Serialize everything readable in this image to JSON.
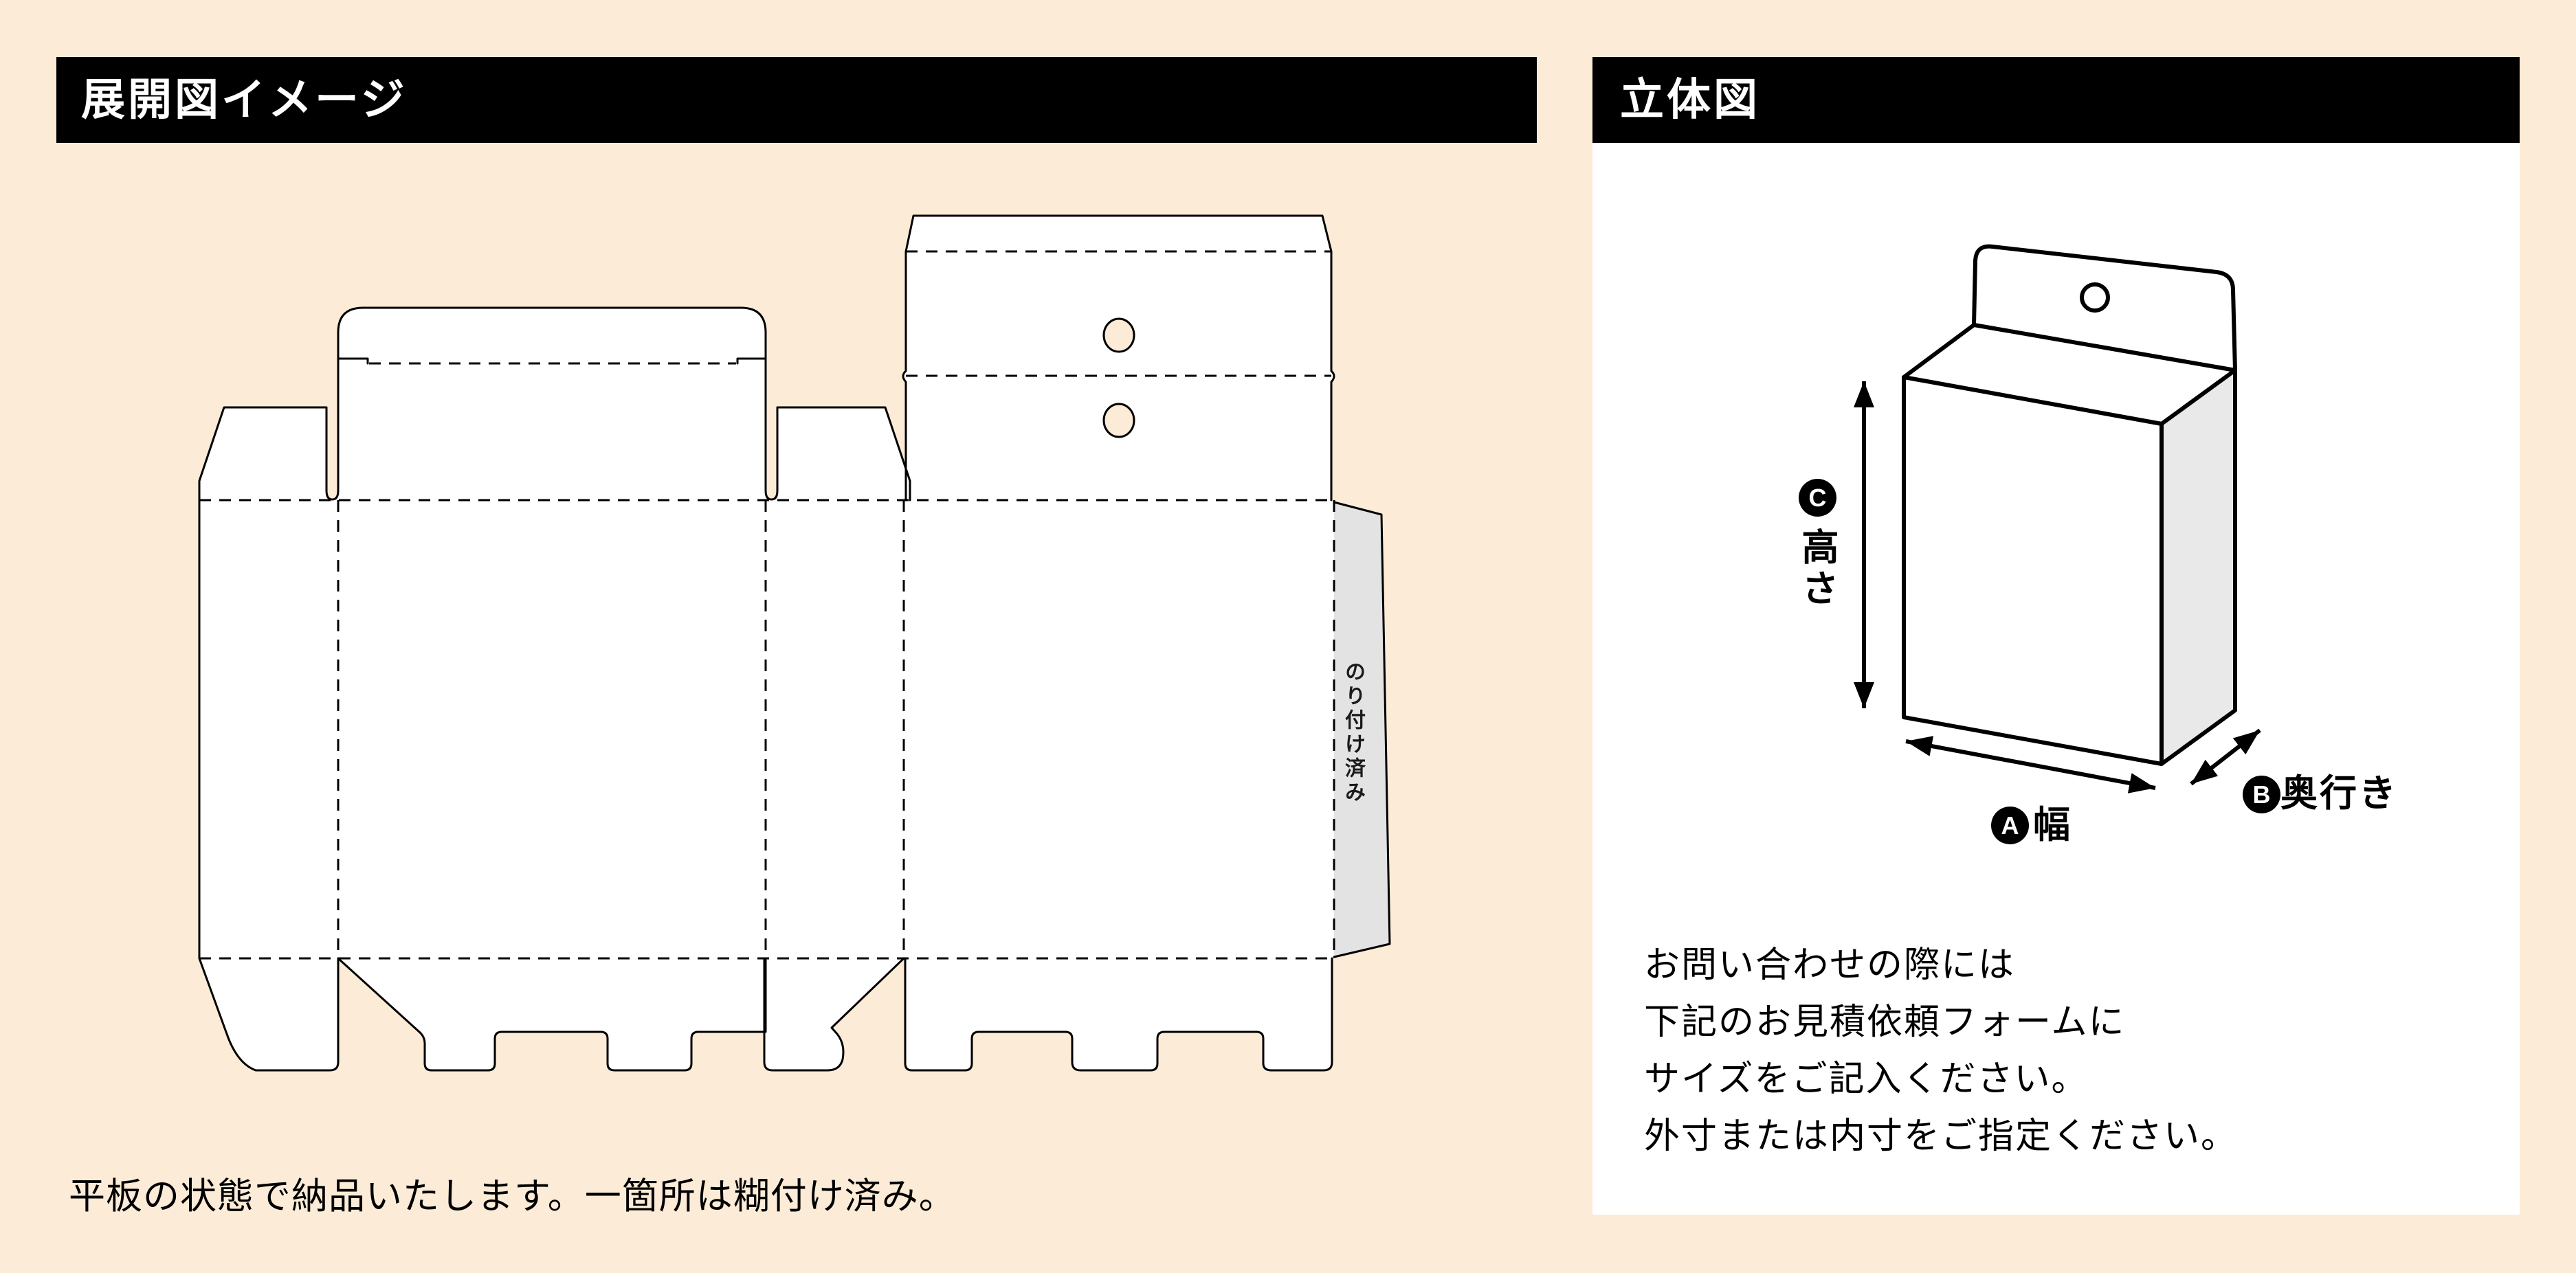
{
  "colors": {
    "page_bg": "#fcecd7",
    "panel_bg": "#ffffff",
    "bar_bg": "#000000",
    "bar_text": "#ffffff",
    "line": "#000000",
    "glue_fill": "#e3e3e3",
    "side_fill": "#e9e9e9",
    "text": "#000000"
  },
  "left_section": {
    "title": "展開図イメージ",
    "caption": "平板の状態で納品いたします。一箇所は糊付け済み。",
    "dieline": {
      "glue_flap_label": "のり付け済み"
    }
  },
  "right_section": {
    "title": "立体図",
    "box_labels": {
      "height_badge": "C",
      "height_label": "高さ",
      "width_badge": "A",
      "width_label": "幅",
      "depth_badge": "B",
      "depth_label": "奥行き"
    },
    "note_lines": [
      "お問い合わせの際には",
      "下記のお見積依頼フォームに",
      "サイズをご記入ください。",
      "外寸または内寸をご指定ください。"
    ]
  }
}
